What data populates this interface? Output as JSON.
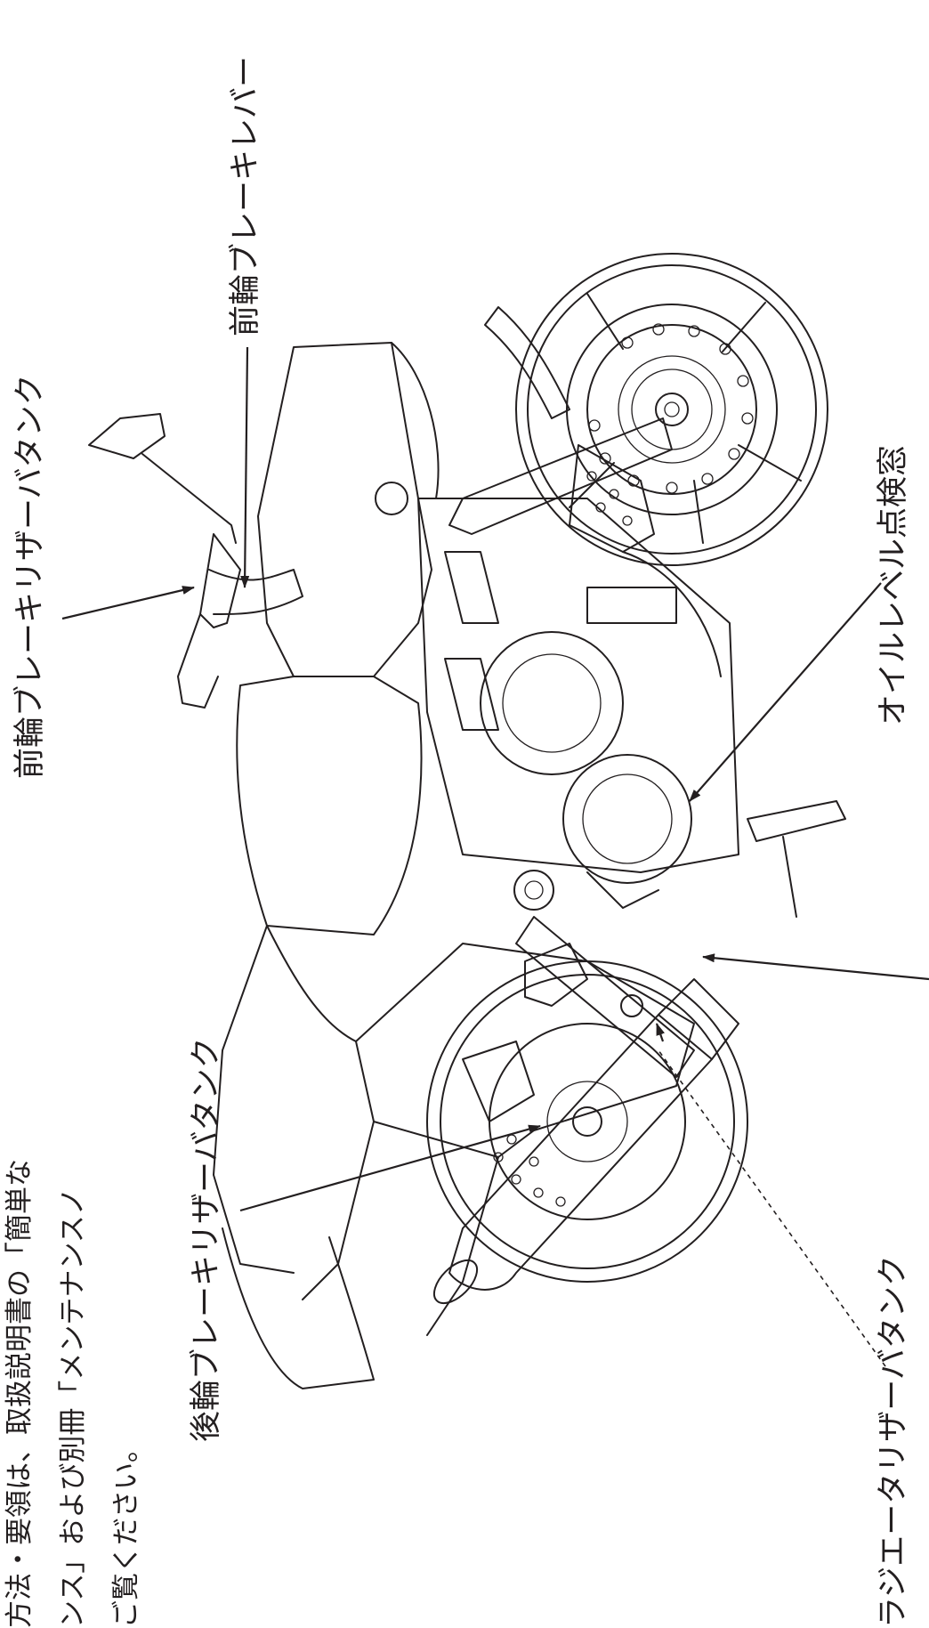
{
  "callouts": {
    "front_brake_lever": "前輪ブレーキレバー",
    "front_brake_reservoir": "前輪ブレーキリザーバタンク",
    "oil_level_window": "オイルレベル点検窓",
    "rear_brake_reservoir": "後輪ブレーキリザーバタンク",
    "radiator_reservoir": "ラジエータリザーバタンク"
  },
  "note": {
    "line1": "方法・要領は、取扱説明書の「簡単な",
    "line2": "ンス」および別冊「メンテナンスノ",
    "line3": "ご覧ください。"
  }
}
